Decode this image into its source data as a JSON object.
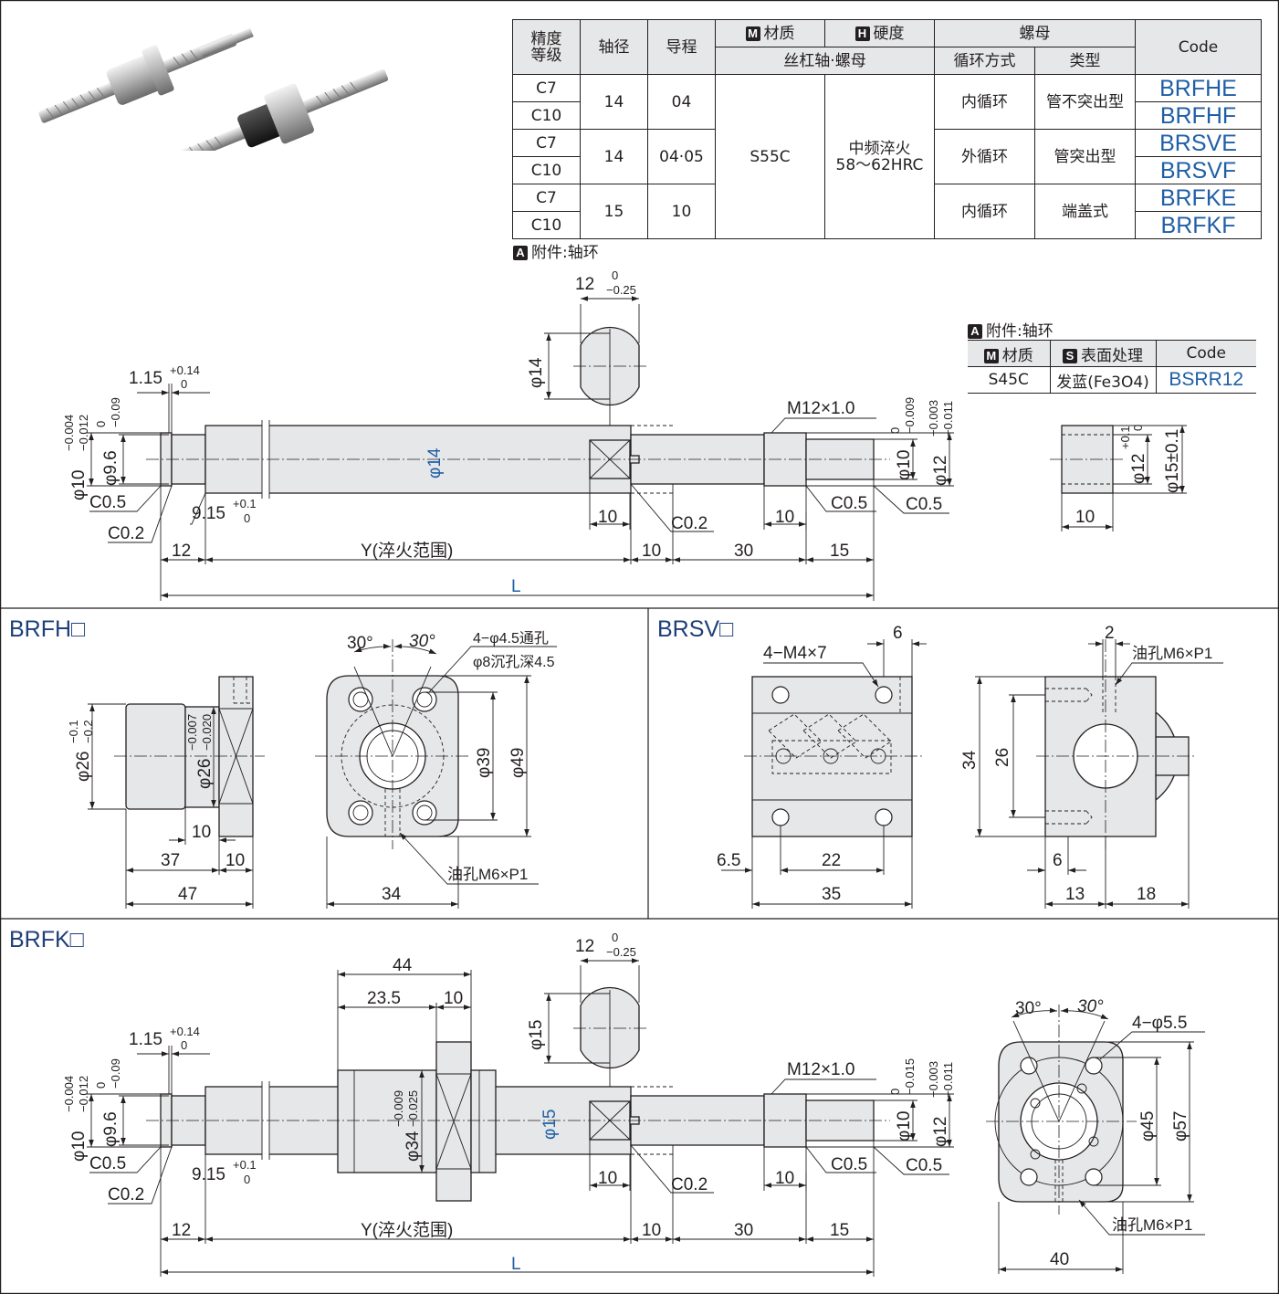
{
  "spec_table": {
    "headers": {
      "precision": "精度\n等级",
      "precision_l1": "精度",
      "precision_l2": "等级",
      "shaft_dia": "轴径",
      "lead": "导程",
      "material_badge": "M",
      "material": "材质",
      "hardness_badge": "H",
      "hardness": "硬度",
      "screw_nut": "丝杠轴·螺母",
      "nut": "螺母",
      "circulation": "循环方式",
      "type": "类型",
      "code": "Code"
    },
    "material_value": "S55C",
    "hardness_value_l1": "中频淬火",
    "hardness_value_l2": "58～62HRC",
    "groups": [
      {
        "grades": [
          "C7",
          "C10"
        ],
        "shaft": "14",
        "lead": "04",
        "circulation": "内循环",
        "type": "管不突出型",
        "codes": [
          "BRFHE",
          "BRFHF"
        ]
      },
      {
        "grades": [
          "C7",
          "C10"
        ],
        "shaft": "14",
        "lead": "04·05",
        "circulation": "外循环",
        "type": "管突出型",
        "codes": [
          "BRSVE",
          "BRSVF"
        ]
      },
      {
        "grades": [
          "C7",
          "C10"
        ],
        "shaft": "15",
        "lead": "10",
        "circulation": "内循环",
        "type": "端盖式",
        "codes": [
          "BRFKE",
          "BRFKF"
        ]
      }
    ],
    "accessory_badge": "A",
    "accessory_note": "附件:轴环"
  },
  "collar_table": {
    "accessory_badge": "A",
    "title": "附件:轴环",
    "material_badge": "M",
    "material_header": "材质",
    "surface_badge": "S",
    "surface_header": "表面处理",
    "code_header": "Code",
    "material": "S45C",
    "surface": "发蓝(Fe3O4)",
    "code": "BSRR12"
  },
  "sections": {
    "brfh": "BRFH□",
    "brsv": "BRSV□",
    "brfk": "BRFK□"
  },
  "shaft_drawing": {
    "flat_width": "12",
    "flat_tol_upper": "0",
    "flat_tol_lower": "−0.25",
    "flat_dia_top": "φ14",
    "flat_dia_bottom": "φ15",
    "dia_main_top": "φ14",
    "dia_main_bottom": "φ15",
    "groove_width": "1.15",
    "groove_tol_upper": "+0.14",
    "groove_tol_lower": "0",
    "left_dia_main": "φ10",
    "left_dia_upper": "−0.004",
    "left_dia_lower": "−0.012",
    "groove_dia_main": "φ9.6",
    "groove_dia_upper": "0",
    "groove_dia_lower": "−0.09",
    "c05": "C0.5",
    "c02": "C0.2",
    "groove_pos": "9.15",
    "groove_pos_upper": "+0.1",
    "groove_pos_lower": "0",
    "thread": "M12×1.0",
    "right_dia_main": "φ10",
    "right_dia_upper": "0",
    "right_dia_lower_top": "−0.009",
    "right_dia_lower_bottom": "−0.015",
    "bearing_dia_main": "φ12",
    "bearing_dia_upper": "−0.003",
    "bearing_dia_lower": "−0.011",
    "dim_12": "12",
    "dim_y": "Y(淬火范围)",
    "dim_10": "10",
    "dim_30": "30",
    "dim_15": "15",
    "dim_l": "L"
  },
  "collar_drawing": {
    "dia_main": "φ12",
    "dia_upper": "+0.1",
    "dia_lower": "0",
    "outer": "φ15±0.1",
    "width": "10"
  },
  "brfh_drawing": {
    "outer_dia": "φ26",
    "outer_upper": "−0.1",
    "outer_lower": "−0.2",
    "fit_dia": "φ26",
    "fit_upper": "−0.007",
    "fit_lower": "−0.020",
    "d10": "10",
    "d37": "37",
    "d47": "47",
    "angle_a": "30°",
    "angle_b": "30°",
    "holes": "4−φ4.5通孔",
    "counterbore": "φ8沉孔深4.5",
    "pcd": "φ39",
    "flange": "φ49",
    "width": "34",
    "oil_hole": "油孔M6×P1"
  },
  "brsv_drawing": {
    "taps": "4−M4×7",
    "d6": "6",
    "d65": "6.5",
    "d22": "22",
    "d35": "35",
    "d34": "34",
    "d26": "26",
    "d2": "2",
    "oil_hole": "油孔M6×P1",
    "d6b": "6",
    "d13": "13",
    "d18": "18"
  },
  "brfk_drawing": {
    "d44": "44",
    "d235": "23.5",
    "d10": "10",
    "nut_dia": "φ34",
    "nut_upper": "−0.009",
    "nut_lower": "−0.025",
    "angle_a": "30°",
    "angle_b": "30°",
    "holes": "4−φ5.5",
    "pcd": "φ45",
    "flange": "φ57",
    "oil_hole": "油孔M6×P1",
    "width": "40"
  }
}
